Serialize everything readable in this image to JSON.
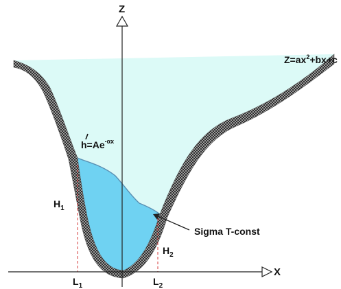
{
  "axes": {
    "z_label": "Z",
    "x_label": "X"
  },
  "labels": {
    "parabola_eq": "Z=ax",
    "parabola_eq_sup": "2",
    "parabola_eq_rest": "+bx+c",
    "exp_eq": "h=Ae",
    "exp_eq_sup": "-αx",
    "h1_main": "H",
    "h1_sub": "1",
    "h2_main": "H",
    "h2_sub": "2",
    "l1_main": "L",
    "l1_sub": "1",
    "l2_main": "L",
    "l2_sub": "2",
    "sigma": "Sigma T-const"
  },
  "colors": {
    "water_light": "#dcfaf7",
    "water_dark": "#6fd2f2",
    "bank_fill": "#8a8a8a",
    "profile_line": "#5a8fb2",
    "axis": "#222222",
    "dashed": "#d43b3b"
  }
}
